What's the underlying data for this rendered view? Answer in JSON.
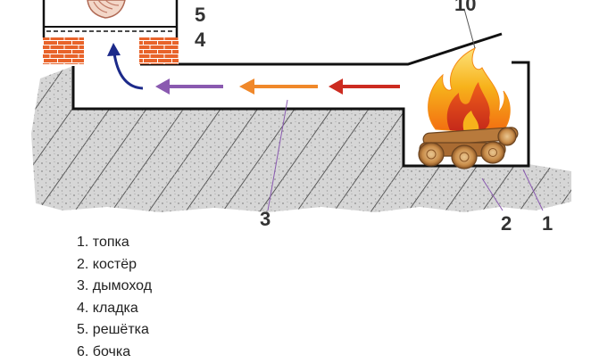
{
  "diagram": {
    "callouts": [
      {
        "id": "c10",
        "text": "10"
      },
      {
        "id": "c5",
        "text": "5"
      },
      {
        "id": "c4",
        "text": "4"
      },
      {
        "id": "c3",
        "text": "3"
      },
      {
        "id": "c2",
        "text": "2"
      },
      {
        "id": "c1",
        "text": "1"
      }
    ],
    "colors": {
      "brick": "#e8632a",
      "mortar": "#ffffff",
      "channel_outline": "#111111",
      "earth_hatch": "#333333",
      "flow_1": "#cc2b20",
      "flow_2": "#f0882a",
      "flow_3": "#8a5ab0",
      "flow_4": "#1c2a8a",
      "flame_outer": "#f7b21b",
      "flame_inner": "#e0461a",
      "log": "#b87a3c"
    },
    "icons": [
      "fire-icon",
      "firewood-icon",
      "meat-icon",
      "arrow-icon"
    ]
  },
  "legend": [
    "1. топка",
    "2. костёр",
    "3. дымоход",
    "4. кладка",
    "5. решётка",
    "6. бочка"
  ]
}
